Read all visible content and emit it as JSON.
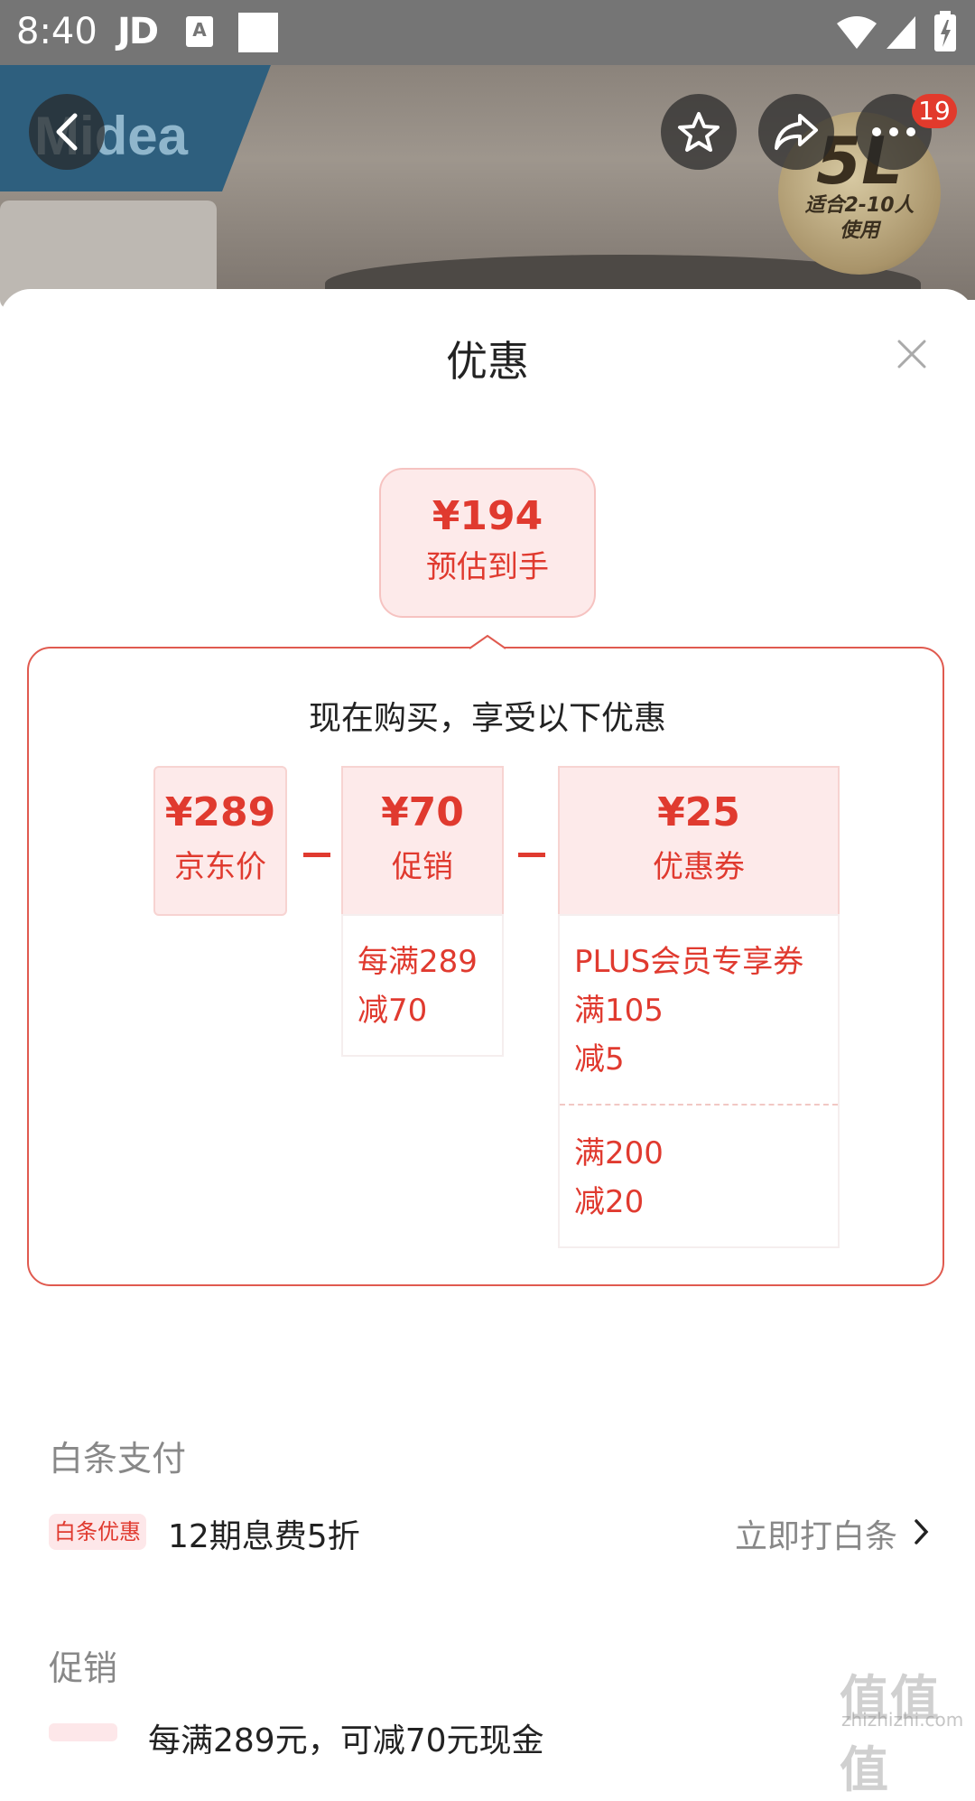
{
  "status_bar": {
    "time": "8:40",
    "app_label": "JD",
    "a_icon": "A"
  },
  "hero": {
    "brand": "Midea",
    "badge_big": "5L",
    "badge_line1": "适合2-10人",
    "badge_line2": "使用",
    "more_badge_count": "19"
  },
  "sheet": {
    "title": "优惠",
    "estimate": {
      "price": "¥194",
      "label": "预估到手"
    },
    "calc": {
      "heading": "现在购买，享受以下优惠",
      "tiles": [
        {
          "value": "¥289",
          "label": "京东价"
        },
        {
          "value": "¥70",
          "label": "促销"
        },
        {
          "value": "¥25",
          "label": "优惠券"
        }
      ],
      "promo_detail": [
        "每满289",
        "减70"
      ],
      "coupon_details": [
        [
          "PLUS会员专享券",
          "满105",
          "减5"
        ],
        [
          "满200",
          "减20"
        ]
      ]
    },
    "baitiao": {
      "section_title": "白条支付",
      "tag": "白条优惠",
      "text": "12期息费5折",
      "action": "立即打白条"
    },
    "promo_section_title": "促销",
    "partial_promo_text": "每满289元，可减70元现金"
  },
  "watermark": {
    "main": "值值值",
    "sub": "zhizhizhi.com"
  },
  "colors": {
    "accent": "#e03a2f",
    "tile_bg": "#fdeaea",
    "status_bar": "#757575"
  }
}
